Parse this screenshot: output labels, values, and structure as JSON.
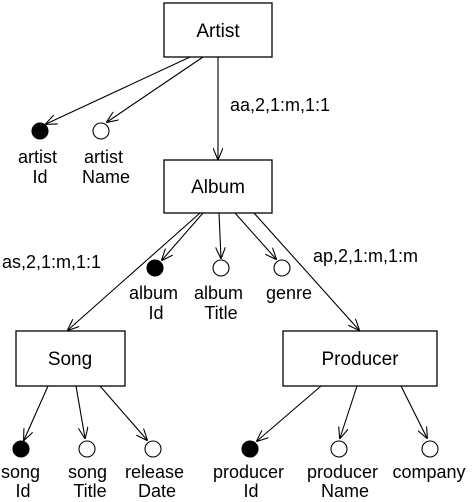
{
  "entities": {
    "artist": "Artist",
    "album": "Album",
    "song": "Song",
    "producer": "Producer"
  },
  "relationships": {
    "artist_album": "aa,2,1:m,1:1",
    "album_song": "as,2,1:m,1:1",
    "album_producer": "ap,2,1:m,1:m"
  },
  "attributes": {
    "artist_id": [
      "artist",
      "Id"
    ],
    "artist_name": [
      "artist",
      "Name"
    ],
    "album_id": [
      "album",
      "Id"
    ],
    "album_title": [
      "album",
      "Title"
    ],
    "genre": [
      "genre"
    ],
    "song_id": [
      "song",
      "Id"
    ],
    "song_title": [
      "song",
      "Title"
    ],
    "release_date": [
      "release",
      "Date"
    ],
    "producer_id": [
      "producer",
      "Id"
    ],
    "producer_name": [
      "producer",
      "Name"
    ],
    "company": [
      "company"
    ]
  },
  "key_attributes": [
    "artist_id",
    "album_id",
    "song_id",
    "producer_id"
  ]
}
